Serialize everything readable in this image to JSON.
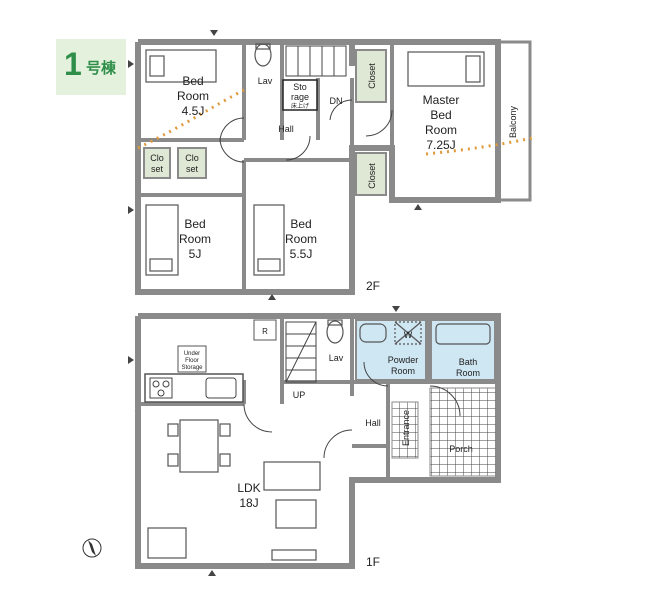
{
  "unit": {
    "number": "1",
    "suffix": "号棟"
  },
  "floor2": {
    "label": "2F",
    "rooms": {
      "bed_a": [
        "Bed",
        "Room",
        "4.5J"
      ],
      "lav": "Lav",
      "storage": [
        "Sto",
        "rage",
        "床上げ"
      ],
      "dn": "DN",
      "hall": "Hall",
      "closet_upper": "Closet",
      "master": [
        "Master",
        "Bed",
        "Room",
        "7.25J"
      ],
      "balcony": "Balcony",
      "closet_a": [
        "Clo",
        "set"
      ],
      "closet_b": [
        "Clo",
        "set"
      ],
      "closet_lower": "Closet",
      "bed_b": [
        "Bed",
        "Room",
        "5J"
      ],
      "bed_c": [
        "Bed",
        "Room",
        "5.5J"
      ]
    }
  },
  "floor1": {
    "label": "1F",
    "rooms": {
      "r_mark": "R",
      "under_floor": [
        "Under",
        "Floor",
        "Storage"
      ],
      "lav": "Lav",
      "w_mark": "W",
      "powder": [
        "Powder",
        "Room"
      ],
      "bath": [
        "Bath",
        "Room"
      ],
      "up": "UP",
      "hall": "Hall",
      "entrance": "Entrance",
      "porch": "Porch",
      "ldk": [
        "LDK",
        "18J"
      ]
    }
  },
  "colors": {
    "wall": "#8a8a8a",
    "wet_area": "#cfe6f3",
    "closet": "#dfe8d4",
    "dots": "#e09a3c",
    "badge_bg": "#e4f1dc",
    "badge_text": "#2f8f4a"
  },
  "icons": [
    "compass-icon",
    "door-arc-icon",
    "stair-icon",
    "bed-icon",
    "toilet-icon",
    "sink-icon",
    "stove-icon",
    "bathtub-icon"
  ]
}
